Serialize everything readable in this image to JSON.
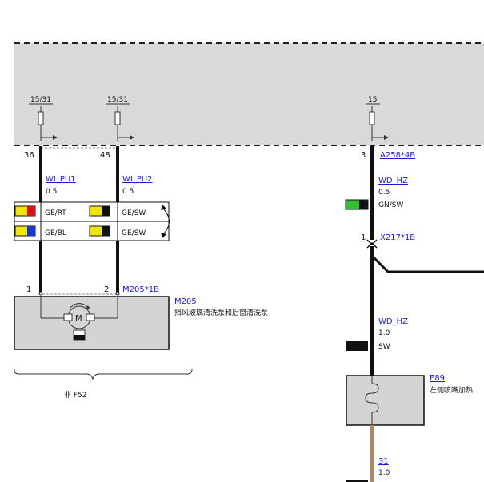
{
  "colors": {
    "background": "#ffffff",
    "shaded_region": "#d9d9d9",
    "component_fill": "#d4d4d4",
    "wire_black": "#111111",
    "wire_brown": "#b4845a",
    "link": "#1a1adb",
    "yellow": "#f2e600",
    "red": "#e01010",
    "blue": "#1438d8",
    "green": "#2fbf2f"
  },
  "fuses": {
    "f1": "15/31",
    "f2": "15/31",
    "f3": "15"
  },
  "pins": {
    "p36": "36",
    "p48": "48",
    "p3": "3",
    "p1_top": "1",
    "m_p1": "1",
    "m_p2": "2"
  },
  "connectors": {
    "a258": "A258*4B",
    "x217": "X217*1B",
    "m205c": "M205*1B"
  },
  "wires": {
    "w1": {
      "name": "WI_PU1",
      "size": "0.5",
      "color": "GE/RT"
    },
    "w1b": {
      "color": "GE/BL"
    },
    "w2": {
      "name": "WI_PU2",
      "size": "0.5",
      "color": "GE/SW"
    },
    "w2b": {
      "color": "GE/SW"
    },
    "w3": {
      "name": "WD_HZ",
      "size": "0.5",
      "color": "GN/SW"
    },
    "w4": {
      "name": "WD_HZ",
      "size": "1.0",
      "color": "SW"
    },
    "w5": {
      "name": "31",
      "size": "1.0"
    }
  },
  "components": {
    "m205": {
      "id": "M205",
      "desc": "挡风玻璃清洗泵和后窗清洗泵",
      "motor_symbol": "M"
    },
    "e89": {
      "id": "E89",
      "desc": "左侧喷嘴加热"
    }
  },
  "brace_label": "非 F52",
  "icons": {
    "motor": "motor-icon",
    "fuse": "fuse-icon",
    "heater": "heater-element-icon",
    "arrow": "arrow-icon"
  }
}
